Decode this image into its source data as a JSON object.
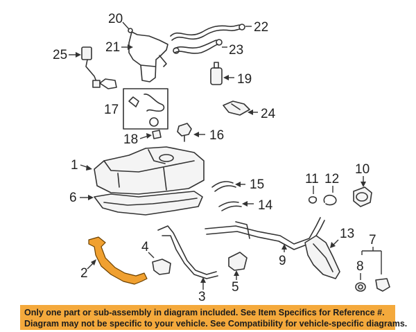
{
  "diagram": {
    "callouts": [
      "1",
      "2",
      "3",
      "4",
      "5",
      "6",
      "7",
      "8",
      "9",
      "10",
      "11",
      "12",
      "13",
      "14",
      "15",
      "16",
      "17",
      "18",
      "19",
      "20",
      "21",
      "22",
      "23",
      "24",
      "25"
    ],
    "highlight_color": "#f0a030"
  },
  "notice": {
    "line1": "Only one part or sub-assembly in diagram included. See Item Specifics for Reference #.",
    "line2": "Diagram may not be specific to your vehicle. See Compatibility for vehicle-specific diagrams.",
    "background": "#f4a93c"
  }
}
